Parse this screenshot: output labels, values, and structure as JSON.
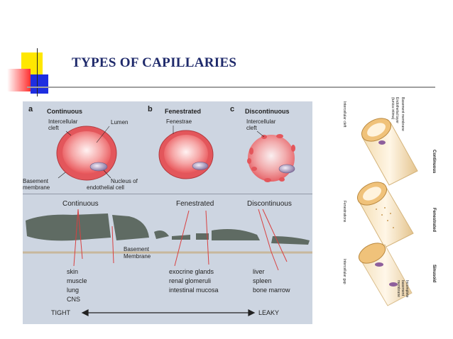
{
  "slide": {
    "title": "TYPES OF CAPILLARIES",
    "colors": {
      "title": "#1f2a6b",
      "accent_yellow": "#ffe700",
      "accent_red": "#ff4040",
      "accent_blue": "#1e2ee0",
      "rule": "#a0a0a0"
    }
  },
  "main_figure": {
    "panels": [
      {
        "letter": "a",
        "name": "Continuous",
        "labels": [
          "Intercellular",
          "cleft",
          "Lumen",
          "Basement",
          "membrane",
          "Nucleus of",
          "endothelial cell"
        ]
      },
      {
        "letter": "b",
        "name": "Fenestrated",
        "labels": [
          "Fenestrae"
        ]
      },
      {
        "letter": "c",
        "name": "Discontinuous",
        "labels": [
          "Intercellular",
          "cleft"
        ]
      }
    ],
    "lower": {
      "headers": [
        "Continuous",
        "Fenestrated",
        "Discontinuous"
      ],
      "basement_label": [
        "Basement",
        "Membrane"
      ],
      "continuous_sites": [
        "skin",
        "muscle",
        "lung",
        "CNS"
      ],
      "fenestrated_sites": [
        "exocrine glands",
        "renal glomeruli",
        "intestinal mucosa"
      ],
      "discontinuous_sites": [
        "liver",
        "spleen",
        "bone marrow"
      ],
      "scale_left": "TIGHT",
      "scale_right": "LEAKY"
    }
  },
  "side_figure": {
    "type_labels": [
      "Continuous",
      "Fenestrated",
      "Sinusoid"
    ],
    "part_labels": [
      "Basement membrane",
      "Endothelial layer",
      "(tunica intima)",
      "Intercellular cleft",
      "Fenestrations",
      "Intercellular gap",
      "Incomplete",
      "basement",
      "membrane"
    ]
  }
}
